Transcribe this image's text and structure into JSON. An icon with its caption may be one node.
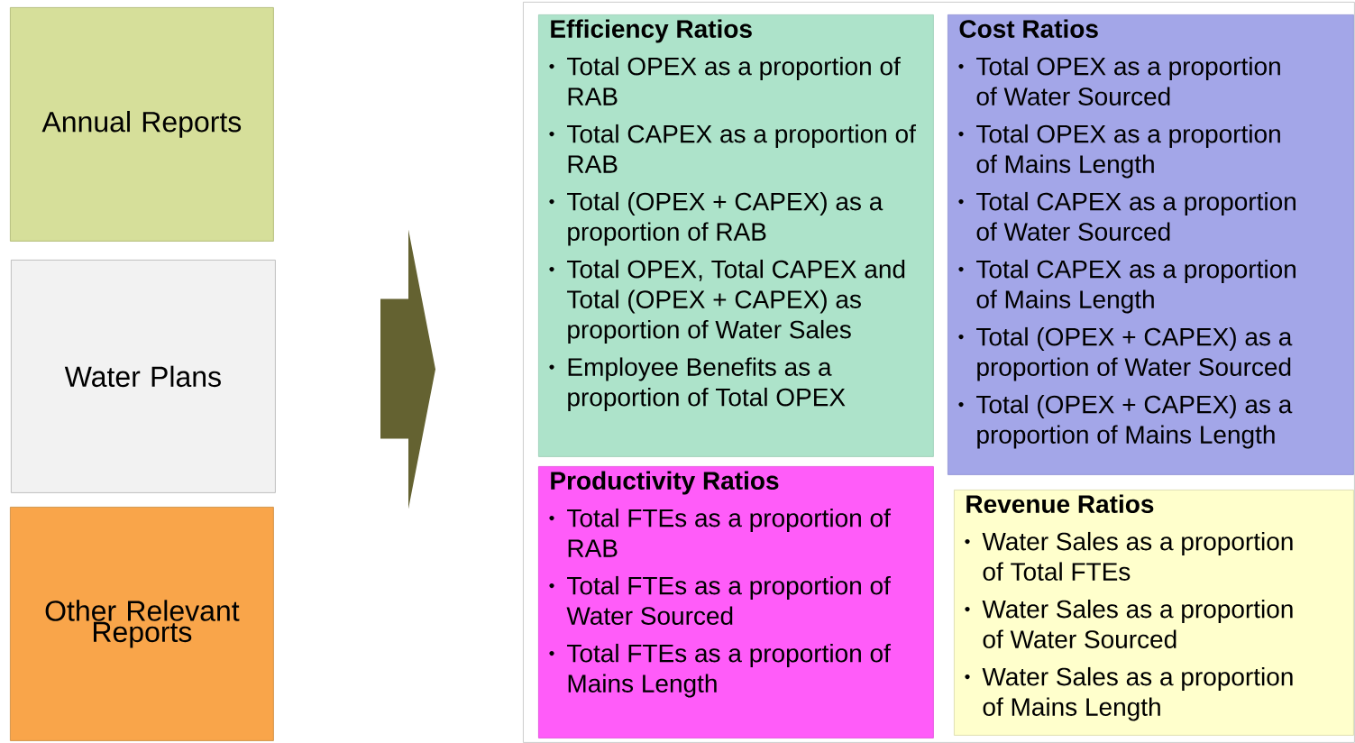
{
  "diagram": {
    "nodes": [
      {
        "text": [
          "Annual Reports"
        ]
      },
      {
        "text": [
          "Water Plans"
        ]
      },
      {
        "text": [
          "Other Relevant Reports"
        ]
      },
      {
        "text": [],
        "shape": "box"
      },
      {
        "text": [
          "Efficiency Ratios",
          "Total OPEX as a proportion of RAB",
          "Total CAPEX as a proportion of RAB",
          "Total (OPEX + CAPEX) as a proportion of RAB",
          "Total OPEX, Total CAPEX and Total (OPEX + CAPEX) as proportion of Water Sales",
          "Employee Benefits as a proportion of Total OPEX"
        ],
        "in": 3
      },
      {
        "text": [
          "Cost Ratios",
          "Total OPEX as a proportion of Water Sourced",
          "Total OPEX as a proportion of Mains Length",
          "Total CAPEX as a proportion of Water Sourced",
          "Total CAPEX as a proportion of Mains Length",
          "Total (OPEX + CAPEX) as a proportion of Water Sourced",
          "Total (OPEX + CAPEX) as a proportion of Mains Length"
        ],
        "in": 3
      },
      {
        "text": [
          "Productivity Ratios",
          "Total FTEs as a proportion of RAB",
          "Total FTEs as a proportion of Water Sourced",
          "Total FTEs as a proportion of Mains Length"
        ],
        "in": 3
      },
      {
        "text": [
          "Revenue Ratios",
          "Water Sales as a proportion of Total FTEs",
          "Water Sales as a proportion of Water Sourced",
          "Water Sales as a proportion of Mains Length"
        ],
        "in": 3
      }
    ],
    "edges": [
      {
        "from": 0,
        "to": 3,
        "arrow": "to"
      },
      {
        "from": 1,
        "to": 3,
        "arrow": "to"
      },
      {
        "from": 2,
        "to": 3,
        "arrow": "to"
      }
    ]
  }
}
